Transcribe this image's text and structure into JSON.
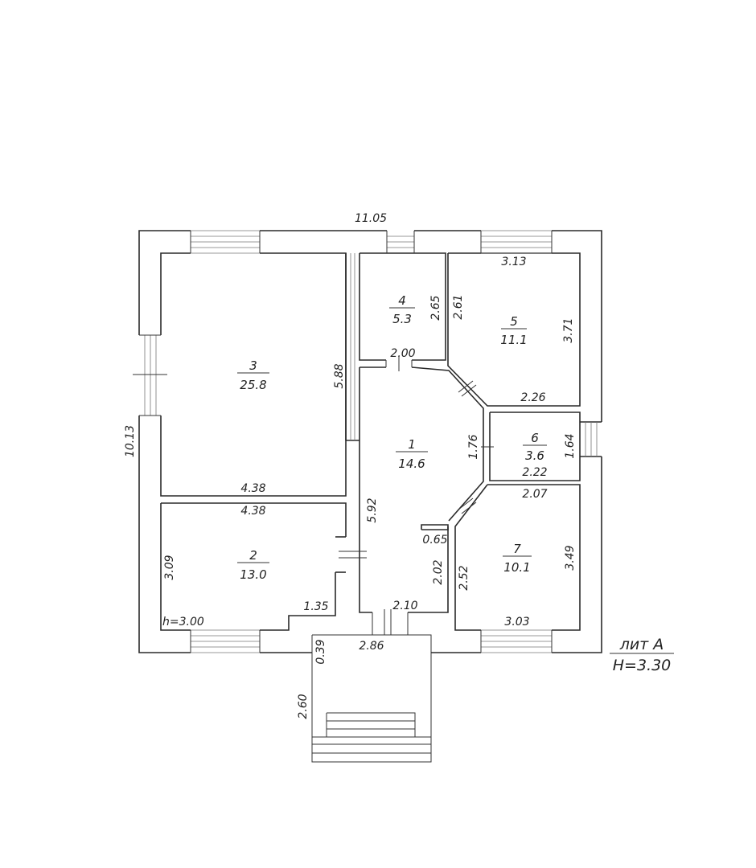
{
  "dimensions": {
    "overall_width": "11.05",
    "overall_depth": "10.13",
    "r3_right": "5.88",
    "r3_bottom": "4.38",
    "r2_top": "4.38",
    "r2_left": "3.09",
    "r2_notch": "1.35",
    "r2_height": "h=3.00",
    "r4_right": "2.65",
    "r4_bottom": "2.00",
    "r5_top": "3.13",
    "r5_left": "2.61",
    "r5_right": "3.71",
    "r5_bottom": "2.26",
    "r1_left": "5.92",
    "r1_right_mid": "1.76",
    "r1_lower_right": "2.02",
    "r1_bottom": "2.10",
    "stub": "0.65",
    "r6_right": "1.64",
    "r6_bottom": "2.22",
    "r7_top": "2.07",
    "r7_left": "2.52",
    "r7_right": "3.49",
    "r7_bottom": "3.03",
    "porch_width": "2.86",
    "porch_top": "0.39",
    "porch_depth": "2.60"
  },
  "rooms": [
    {
      "num": "1",
      "area": "14.6"
    },
    {
      "num": "2",
      "area": "13.0"
    },
    {
      "num": "3",
      "area": "25.8"
    },
    {
      "num": "4",
      "area": "5.3"
    },
    {
      "num": "5",
      "area": "11.1"
    },
    {
      "num": "6",
      "area": "3.6"
    },
    {
      "num": "7",
      "area": "10.1"
    }
  ],
  "legend": {
    "title": "лит А",
    "height": "H=3.30"
  }
}
